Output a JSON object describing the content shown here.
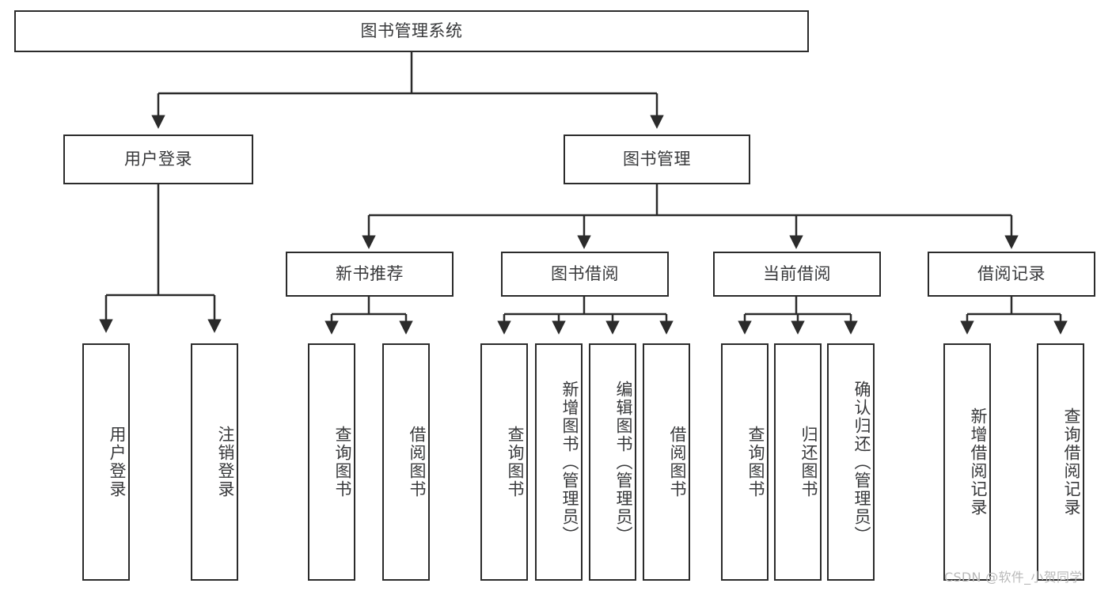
{
  "diagram": {
    "type": "tree",
    "title": "图书管理系统",
    "root": {
      "label": "图书管理系统",
      "children": [
        {
          "label": "用户登录",
          "children": [
            {
              "label": "用户登录"
            },
            {
              "label": "注销登录"
            }
          ]
        },
        {
          "label": "图书管理",
          "children": [
            {
              "label": "新书推荐",
              "children": [
                {
                  "label": "查询图书"
                },
                {
                  "label": "借阅图书"
                }
              ]
            },
            {
              "label": "图书借阅",
              "children": [
                {
                  "label": "查询图书"
                },
                {
                  "label": "新增图书（管理员）"
                },
                {
                  "label": "编辑图书（管理员）"
                },
                {
                  "label": "借阅图书"
                }
              ]
            },
            {
              "label": "当前借阅",
              "children": [
                {
                  "label": "查询图书"
                },
                {
                  "label": "归还图书"
                },
                {
                  "label": "确认归还（管理员）"
                }
              ]
            },
            {
              "label": "借阅记录",
              "children": [
                {
                  "label": "新增借阅记录"
                },
                {
                  "label": "查询借阅记录"
                }
              ]
            }
          ]
        }
      ]
    }
  },
  "nodes": {
    "root_title": "图书管理系统",
    "l1_user_login": "用户登录",
    "l1_book_mgmt": "图书管理",
    "l2_new_book_rec": "新书推荐",
    "l2_book_borrow": "图书借阅",
    "l2_current_borrow": "当前借阅",
    "l2_borrow_record": "借阅记录",
    "leaf_user_login": "用户登录",
    "leaf_logout": "注销登录",
    "leaf_rec_query_book": "查询图书",
    "leaf_rec_borrow_book": "借阅图书",
    "leaf_bb_query_book": "查询图书",
    "leaf_bb_add_book": "新增图书（管理员）",
    "leaf_bb_edit_book": "编辑图书（管理员）",
    "leaf_bb_borrow_book": "借阅图书",
    "leaf_cb_query_book": "查询图书",
    "leaf_cb_return_book": "归还图书",
    "leaf_cb_confirm_return": "确认归还（管理员）",
    "leaf_br_add_record": "新增借阅记录",
    "leaf_br_query_record": "查询借阅记录"
  },
  "watermark": {
    "text": "CSDN @软件_小贺同学"
  },
  "colors": {
    "stroke": "#2b2b2b",
    "text": "#38393b",
    "background": "#ffffff",
    "watermark": "#b9b9b9"
  }
}
